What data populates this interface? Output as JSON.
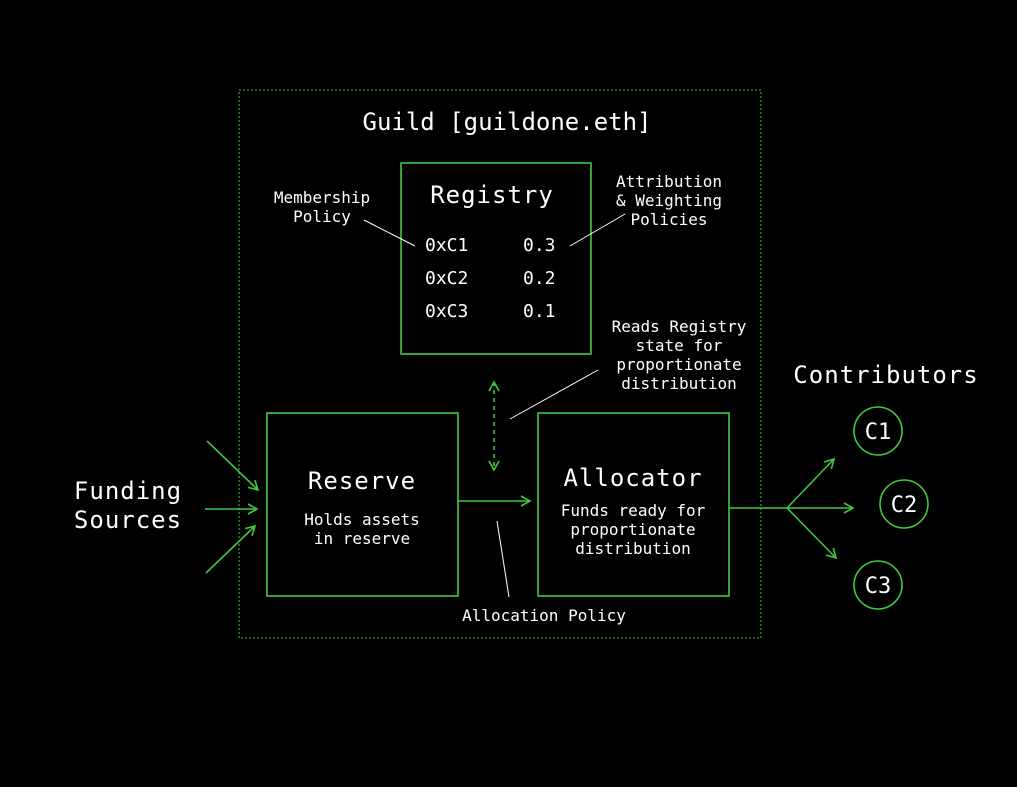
{
  "colors": {
    "background": "#000000",
    "accent": "#3ec93e",
    "text": "#ffffff"
  },
  "guild": {
    "title": "Guild [guildone.eth]"
  },
  "registry": {
    "title": "Registry",
    "rows": [
      {
        "address": "0xC1",
        "weight": "0.3"
      },
      {
        "address": "0xC2",
        "weight": "0.2"
      },
      {
        "address": "0xC3",
        "weight": "0.1"
      }
    ]
  },
  "annotations": {
    "membership_policy": [
      "Membership",
      "Policy"
    ],
    "attribution_policies": [
      "Attribution",
      "& Weighting",
      "Policies"
    ],
    "reads_registry": [
      "Reads Registry",
      "state for",
      "proportionate",
      "distribution"
    ],
    "allocation_policy": "Allocation Policy"
  },
  "reserve": {
    "title": "Reserve",
    "description": [
      "Holds assets",
      "in reserve"
    ]
  },
  "allocator": {
    "title": "Allocator",
    "description": [
      "Funds ready for",
      "proportionate",
      "distribution"
    ]
  },
  "funding_sources": {
    "label": [
      "Funding",
      "Sources"
    ]
  },
  "contributors": {
    "title": "Contributors",
    "items": [
      "C1",
      "C2",
      "C3"
    ]
  }
}
